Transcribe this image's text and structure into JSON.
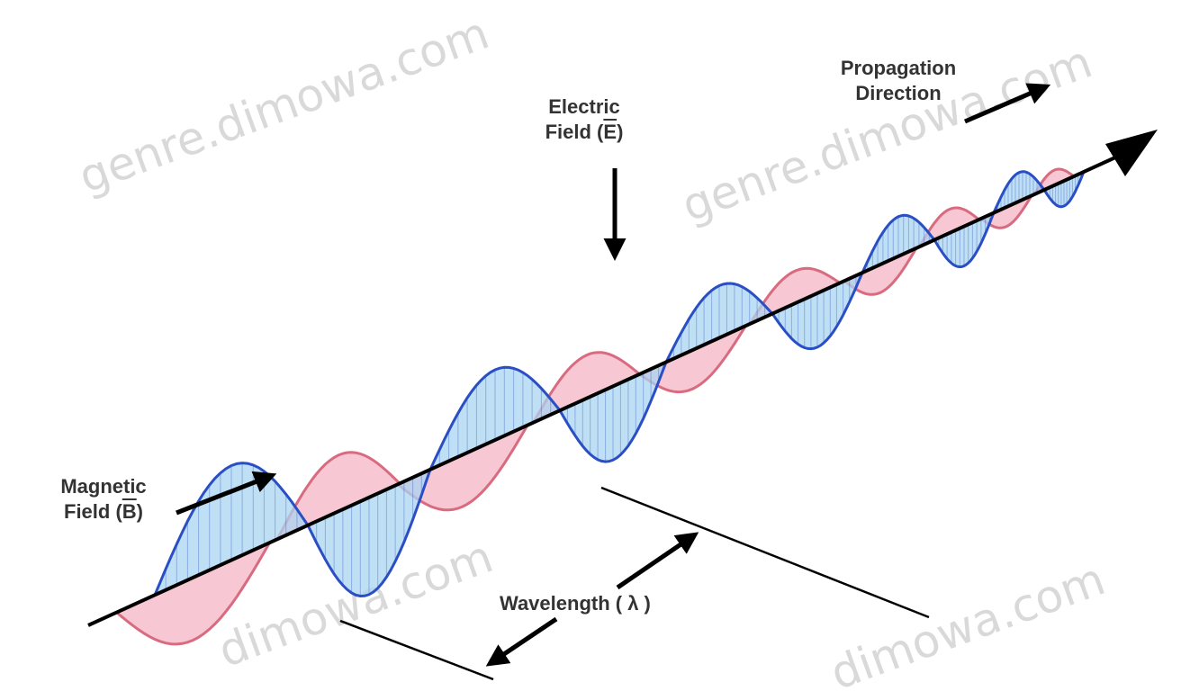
{
  "labels": {
    "electric_line1": "Electric",
    "electric_line2_prefix": "Field (",
    "electric_symbol": "E",
    "electric_line2_suffix": ")",
    "magnetic_line1": "Magnetic",
    "magnetic_line2_prefix": "Field (",
    "magnetic_symbol": "B",
    "magnetic_line2_suffix": ")",
    "propagation_line1": "Propagation",
    "propagation_line2": "Direction",
    "wavelength": "Wavelength ( λ )"
  },
  "watermarks": [
    "genre.dimowa.com",
    "genre.dimowa.com",
    "dimowa.com",
    "dimowa.com"
  ],
  "colors": {
    "electric_stroke": "#2a4fc4",
    "electric_fill": "#a9d4f2",
    "magnetic_stroke": "#d96b80",
    "magnetic_fill": "#f4b6c4",
    "axis": "#000000",
    "label_text": "#333333",
    "watermark": "#d9d9d9"
  }
}
